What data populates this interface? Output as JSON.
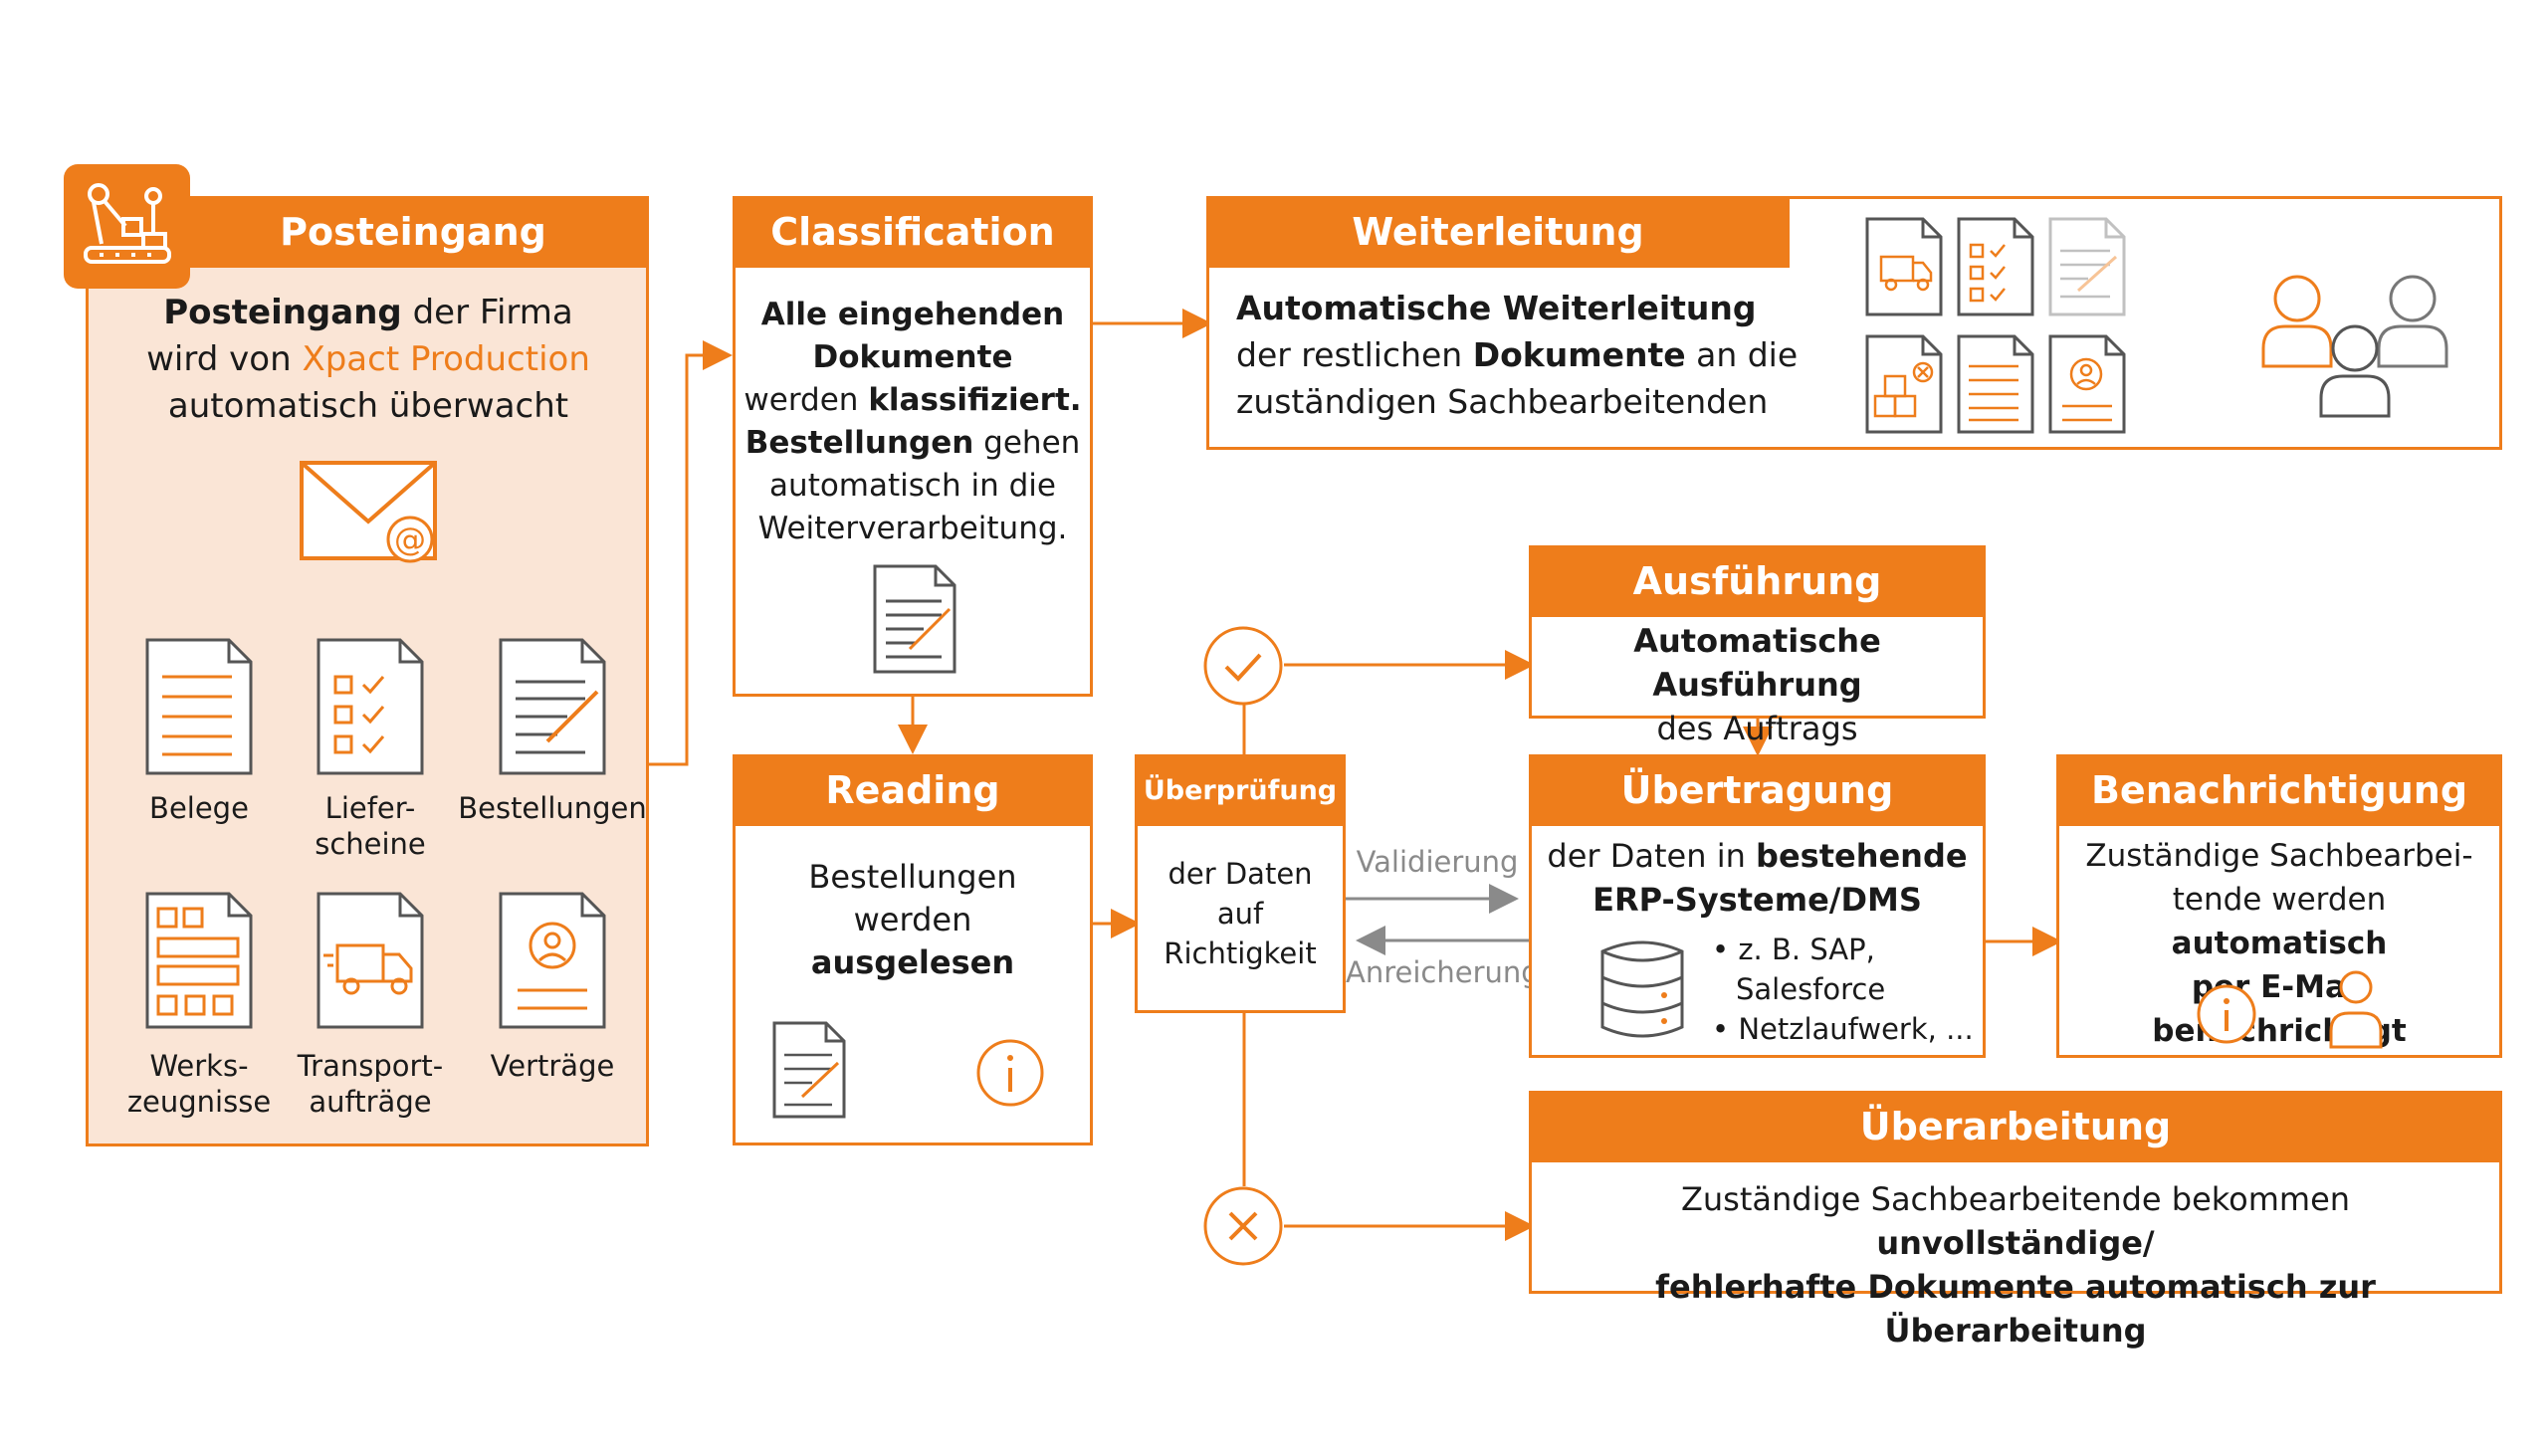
{
  "colors": {
    "accent": "#ee7d1b",
    "light_bg": "#fae5d6",
    "grey": "#8a8a8a",
    "icon_grey": "#555555"
  },
  "posteingang": {
    "title": "Posteingang",
    "line1_b": "Posteingang",
    "line1_r": " der Firma",
    "line2_r": "wird von ",
    "line2_o": "Xpact Production",
    "line3": "automatisch überwacht",
    "docs": [
      {
        "label": "Belege"
      },
      {
        "label": "Liefer-",
        "label2": "scheine"
      },
      {
        "label": "Bestellungen"
      },
      {
        "label": "Werks-",
        "label2": "zeugnisse"
      },
      {
        "label": "Transport-",
        "label2": "aufträge"
      },
      {
        "label": "Verträge"
      }
    ]
  },
  "classification": {
    "title": "Classification",
    "l1": "Alle eingehenden",
    "l2": "Dokumente",
    "l3_r": "werden ",
    "l3_b": "klassifiziert.",
    "l4_b": "Bestellungen",
    "l4_r": " gehen",
    "l5": "automatisch in die",
    "l6": "Weiterverarbeitung."
  },
  "weiterleitung": {
    "title": "Weiterleitung",
    "l1": "Automatische Weiterleitung",
    "l2_r": "der restlichen ",
    "l2_b": "Dokumente",
    "l2_r2": " an die",
    "l3": "zuständigen Sachbearbeitenden"
  },
  "reading": {
    "title": "Reading",
    "l1": "Bestellungen",
    "l2": "werden",
    "l3": "ausgelesen"
  },
  "ueberpruefung": {
    "title": "Überprüfung",
    "l1": "der Daten",
    "l2": "auf",
    "l3": "Richtigkeit"
  },
  "ausfuehrung": {
    "title": "Ausführung",
    "l1": "Automatische Ausführung",
    "l2": "des Auftrags"
  },
  "uebertragung": {
    "title": "Übertragung",
    "l1_r": "der Daten in ",
    "l1_b": "bestehende",
    "l2": "ERP-Systeme/DMS",
    "bullets": [
      "• z. B. SAP,",
      "Salesforce",
      "• Netzlaufwerk, ..."
    ]
  },
  "benachrichtigung": {
    "title": "Benachrichtigung",
    "l1": "Zuständige Sachbearbei-",
    "l2_r": "tende werden ",
    "l2_b": "automatisch",
    "l3": "per E-Mail benachrichtigt"
  },
  "ueberarbeitung": {
    "title": "Überarbeitung",
    "l1_r": "Zuständige Sachbearbeitende bekommen ",
    "l1_b": "unvollständige/",
    "l2": "fehlerhafte Dokumente automatisch zur Überarbeitung"
  },
  "arrows": {
    "validierung": "Validierung",
    "anreicherung": "Anreicherung"
  }
}
